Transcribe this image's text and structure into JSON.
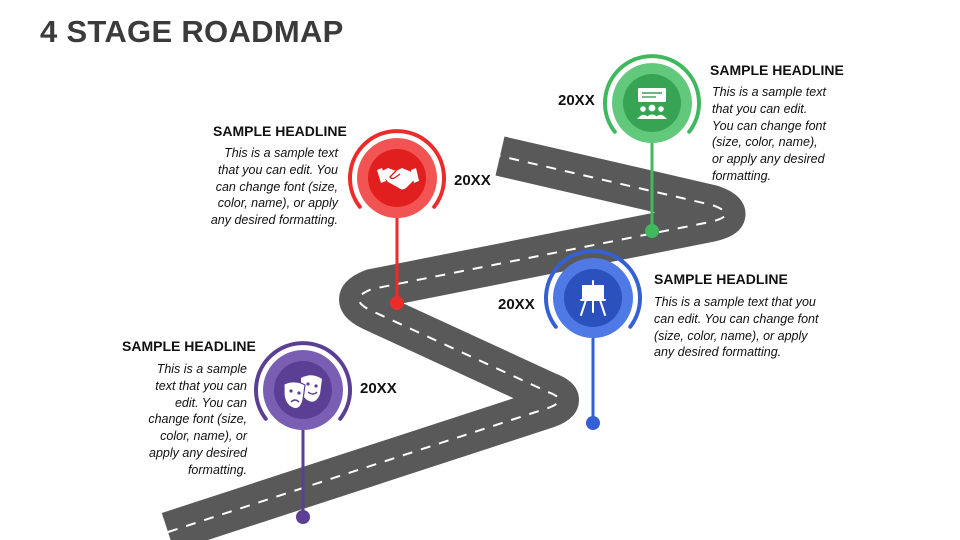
{
  "title": "4 STAGE ROADMAP",
  "colors": {
    "road": "#595959",
    "lane": "#ffffff",
    "purple": "#5b3f94",
    "red": "#ee2b2b",
    "blue": "#3560d4",
    "green": "#3fb85e"
  },
  "stages": [
    {
      "headline": "SAMPLE HEADLINE",
      "text": [
        "This is a sample",
        "text that you can",
        "edit. You can",
        "change font (size,",
        "color, name), or",
        "apply any desired",
        "formatting."
      ],
      "year": "20XX",
      "icon": "theater-masks-icon",
      "color": "#5b3f94"
    },
    {
      "headline": "SAMPLE HEADLINE",
      "text": [
        "This is a sample text",
        "that you can edit. You",
        "can change font (size,",
        "color, name), or apply",
        "any desired formatting."
      ],
      "year": "20XX",
      "icon": "handshake-icon",
      "color": "#ee2b2b"
    },
    {
      "headline": "SAMPLE HEADLINE",
      "text": [
        "This is a sample text that you",
        "can edit. You can change font",
        "(size, color, name), or apply",
        "any desired formatting."
      ],
      "year": "20XX",
      "icon": "easel-icon",
      "color": "#3560d4"
    },
    {
      "headline": "SAMPLE HEADLINE",
      "text": [
        "This is a sample text",
        "that you can edit.",
        "You can change font",
        "(size, color, name),",
        "or apply any desired",
        "formatting."
      ],
      "year": "20XX",
      "icon": "meeting-presentation-icon",
      "color": "#3fb85e"
    }
  ]
}
